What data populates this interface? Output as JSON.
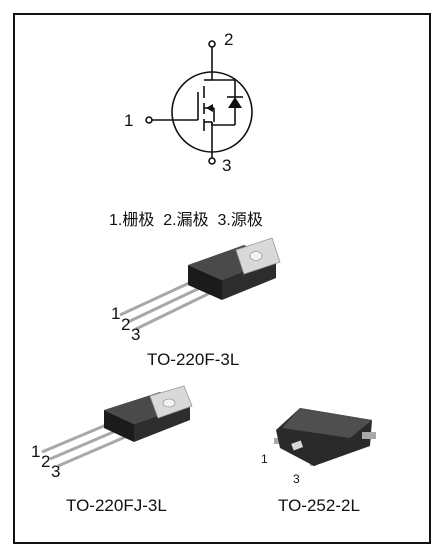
{
  "symbol": {
    "pin_gate": "1",
    "pin_drain": "2",
    "pin_source": "3"
  },
  "pin_legend": "1.栅极  2.漏极  3.源极",
  "packages": [
    {
      "name": "TO-220F-3L",
      "pins": [
        "1",
        "2",
        "3"
      ]
    },
    {
      "name": "TO-220FJ-3L",
      "pins": [
        "1",
        "2",
        "3"
      ]
    },
    {
      "name": "TO-252-2L",
      "pins": [
        "1",
        "3"
      ]
    }
  ]
}
